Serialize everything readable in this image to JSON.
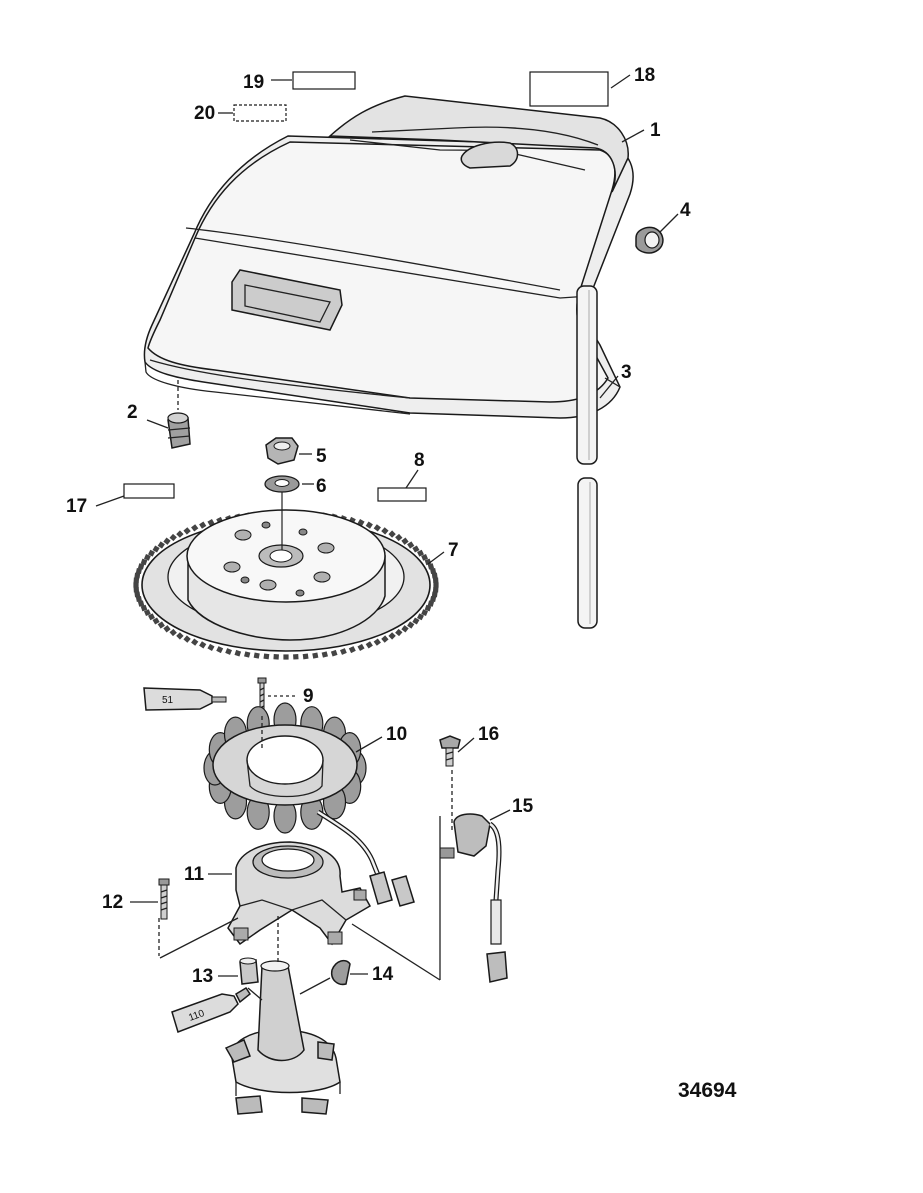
{
  "figure_number": "34694",
  "callouts": [
    "1",
    "2",
    "3",
    "4",
    "5",
    "6",
    "7",
    "8",
    "9",
    "10",
    "11",
    "12",
    "13",
    "14",
    "15",
    "16",
    "17",
    "18",
    "19",
    "20"
  ],
  "sealant_tubes": [
    "51",
    "110"
  ],
  "colors": {
    "line": "#1a1a1a",
    "fill_light": "#e9e9e9",
    "fill_mid": "#bdbdbd",
    "fill_dark": "#7a7a7a"
  }
}
